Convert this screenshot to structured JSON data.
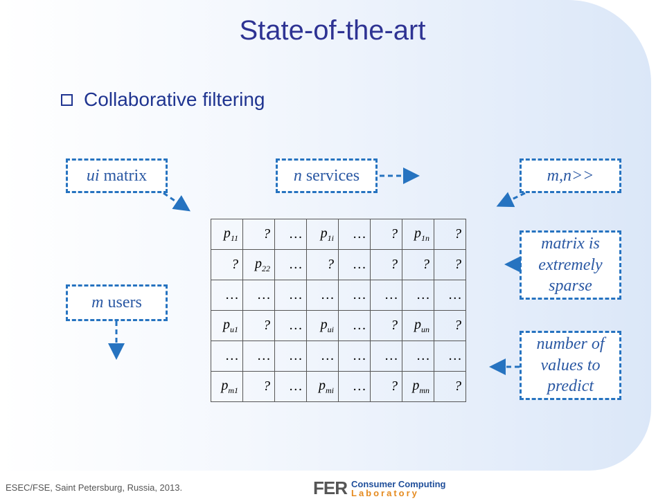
{
  "slide": {
    "title": "State-of-the-art",
    "bullet": "Collaborative filtering"
  },
  "callouts": {
    "ui_matrix": {
      "italic": "ui",
      "text": " matrix"
    },
    "n_services": {
      "italic": "n",
      "text": " services"
    },
    "mn": "m,n>>",
    "m_users": {
      "italic": "m",
      "text": " users"
    },
    "sparse": [
      "matrix is",
      "extremely",
      "sparse"
    ],
    "predict": [
      "number of",
      "values to",
      "predict"
    ]
  },
  "matrix": {
    "rows": [
      [
        [
          "p",
          "11"
        ],
        [
          "?",
          ""
        ],
        [
          "…",
          ""
        ],
        [
          "p",
          "1i"
        ],
        [
          "…",
          ""
        ],
        [
          "?",
          ""
        ],
        [
          "p",
          "1n"
        ],
        [
          "?",
          ""
        ]
      ],
      [
        [
          "?",
          ""
        ],
        [
          "p",
          "22"
        ],
        [
          "…",
          ""
        ],
        [
          "?",
          ""
        ],
        [
          "…",
          ""
        ],
        [
          "?",
          ""
        ],
        [
          "?",
          ""
        ],
        [
          "?",
          ""
        ]
      ],
      [
        [
          "…",
          ""
        ],
        [
          "…",
          ""
        ],
        [
          "…",
          ""
        ],
        [
          "…",
          ""
        ],
        [
          "…",
          ""
        ],
        [
          "…",
          ""
        ],
        [
          "…",
          ""
        ],
        [
          "…",
          ""
        ]
      ],
      [
        [
          "p",
          "u1"
        ],
        [
          "?",
          ""
        ],
        [
          "…",
          ""
        ],
        [
          "p",
          "ui"
        ],
        [
          "…",
          ""
        ],
        [
          "?",
          ""
        ],
        [
          "p",
          "un"
        ],
        [
          "?",
          ""
        ]
      ],
      [
        [
          "…",
          ""
        ],
        [
          "…",
          ""
        ],
        [
          "…",
          ""
        ],
        [
          "…",
          ""
        ],
        [
          "…",
          ""
        ],
        [
          "…",
          ""
        ],
        [
          "…",
          ""
        ],
        [
          "…",
          ""
        ]
      ],
      [
        [
          "p",
          "m1"
        ],
        [
          "?",
          ""
        ],
        [
          "…",
          ""
        ],
        [
          "p",
          "mi"
        ],
        [
          "…",
          ""
        ],
        [
          "?",
          ""
        ],
        [
          "p",
          "mn"
        ],
        [
          "?",
          ""
        ]
      ]
    ]
  },
  "footer": {
    "citation": "ESEC/FSE, Saint Petersburg, Russia, 2013.",
    "logo_mark": "FER",
    "logo_line1": "Consumer Computing",
    "logo_line2": "Laboratory"
  },
  "colors": {
    "title": "#2e3393",
    "callout_border": "#2673c0",
    "callout_text": "#2a58a3"
  }
}
